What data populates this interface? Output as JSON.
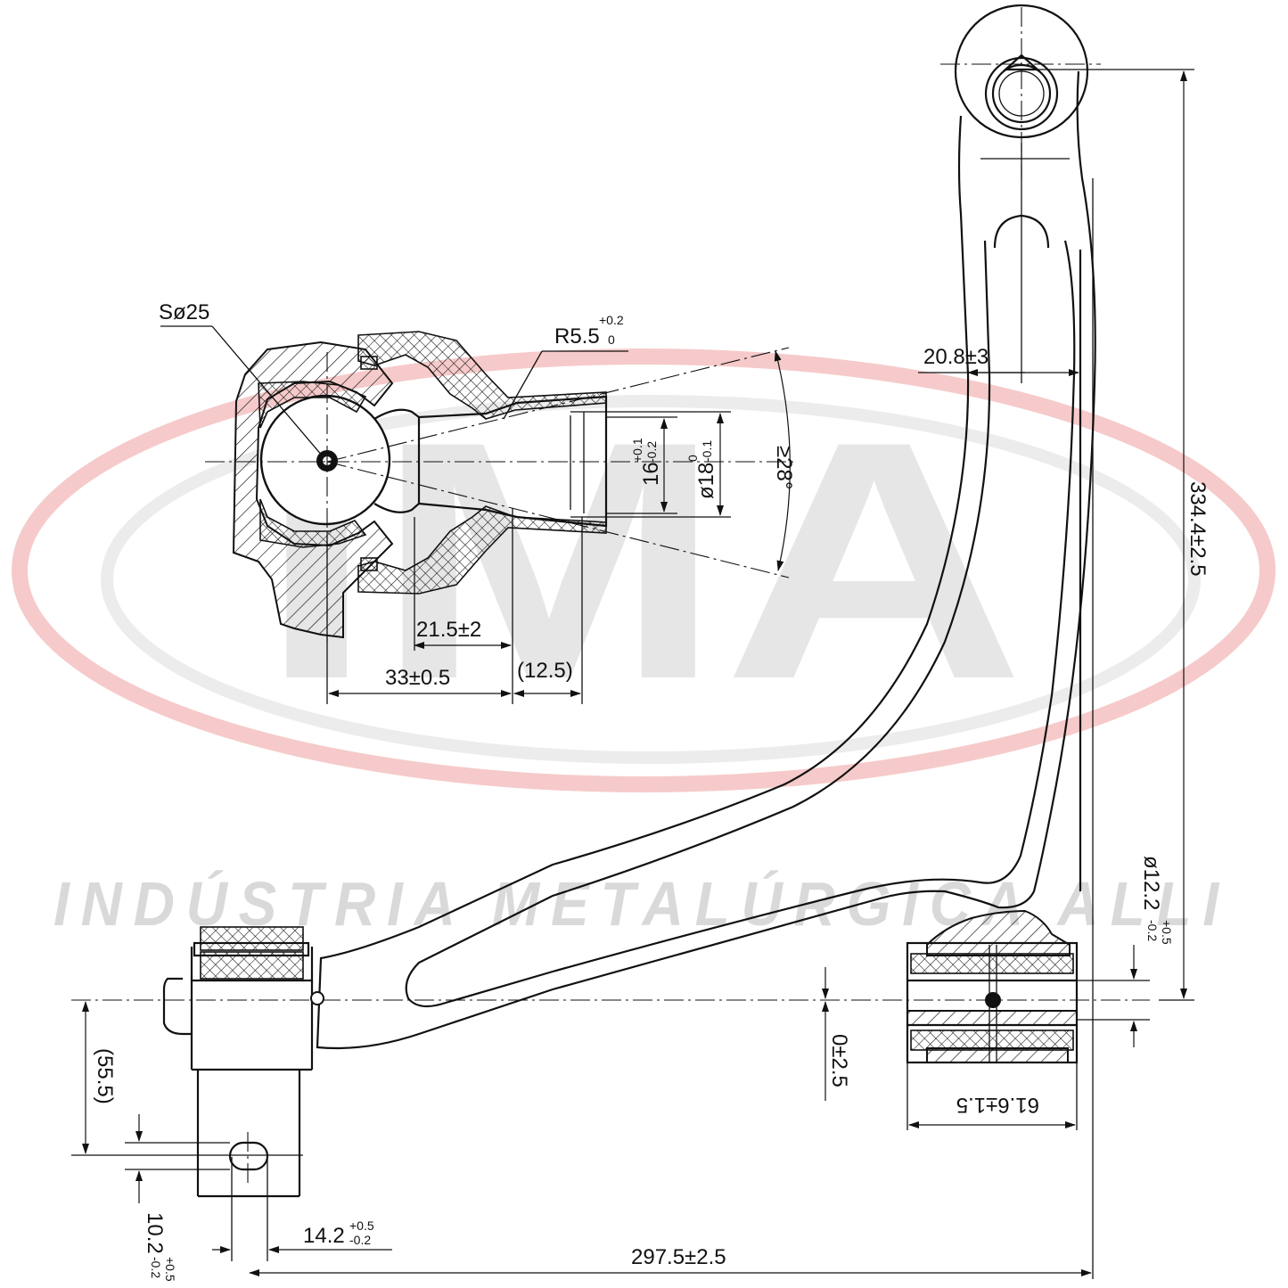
{
  "watermark": {
    "logo_text": "IMA",
    "company_name": "INDÚSTRIA METALÚRGICA ALLI",
    "ring_color": "#f6caca"
  },
  "ball_joint": {
    "sphere_label": "Sø25",
    "radius_label": "R5.5",
    "radius_tol_upper": "+0.2",
    "radius_tol_lower": "0",
    "angle_label": "≥28°",
    "taper_small_label": "16",
    "taper_small_tol_upper": "+0.1",
    "taper_small_tol_lower": "-0.2",
    "taper_large_label": "ø18",
    "taper_large_tol_upper": "0",
    "taper_large_tol_lower": "-0.1",
    "dim_21_5": "21.5±2",
    "dim_33": "33±0.5",
    "dim_12_5": "(12.5)"
  },
  "arm": {
    "offset_label": "20.8±3",
    "height_label": "334.4±2.5",
    "bush_bore_label": "ø12.2",
    "bush_bore_tol_upper": "+0.5",
    "bush_bore_tol_lower": "-0.2",
    "center_offset_label": "0±2.5",
    "bush_width_label": "61.6±1.5",
    "length_label": "297.5±2.5",
    "stud_height_label": "(55.5)",
    "slot_width_label": "14.2",
    "slot_width_tol_upper": "+0.5",
    "slot_width_tol_lower": "-0.2",
    "slot_height_label": "10.2",
    "slot_height_tol_upper": "+0.5",
    "slot_height_tol_lower": "-0.2"
  }
}
